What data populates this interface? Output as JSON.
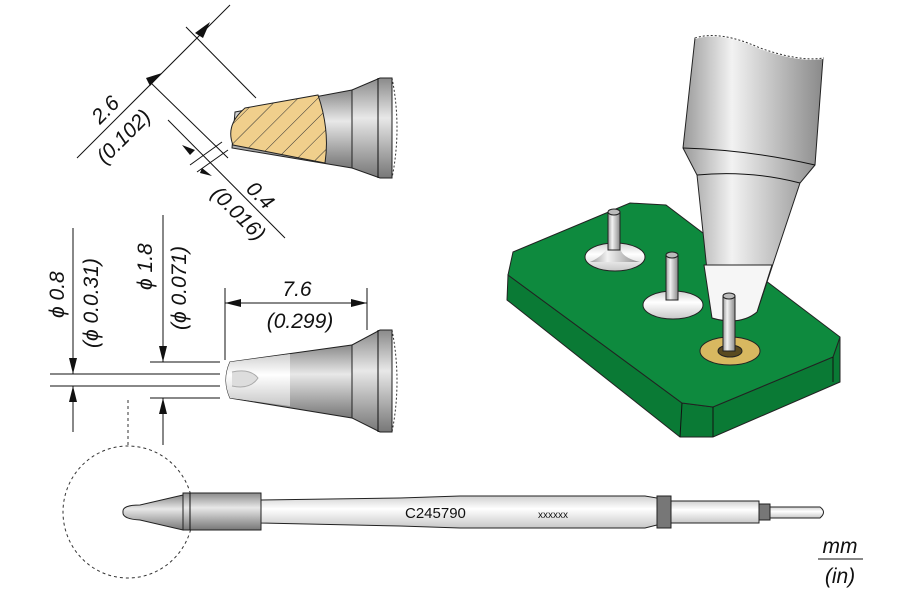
{
  "dimensions": {
    "chisel_length": {
      "mm": "2.6",
      "in": "(0.102)"
    },
    "chisel_width": {
      "mm": "0.4",
      "in": "(0.016)"
    },
    "inner_diameter": {
      "mm": "ϕ 0.8",
      "in": "(ϕ 0.0.31)"
    },
    "outer_diameter": {
      "mm": "ϕ 1.8",
      "in": "(ϕ 0.071)"
    },
    "tip_length": {
      "mm": "7.6",
      "in": "(0.299)"
    }
  },
  "cartridge": {
    "part_number": "C245790",
    "serial": "xxxxxx"
  },
  "units": {
    "primary": "mm",
    "secondary": "(in)"
  },
  "colors": {
    "pcb": "#0e8a3e",
    "tinned": "#f0cf8c",
    "pad": "#d8b860"
  }
}
